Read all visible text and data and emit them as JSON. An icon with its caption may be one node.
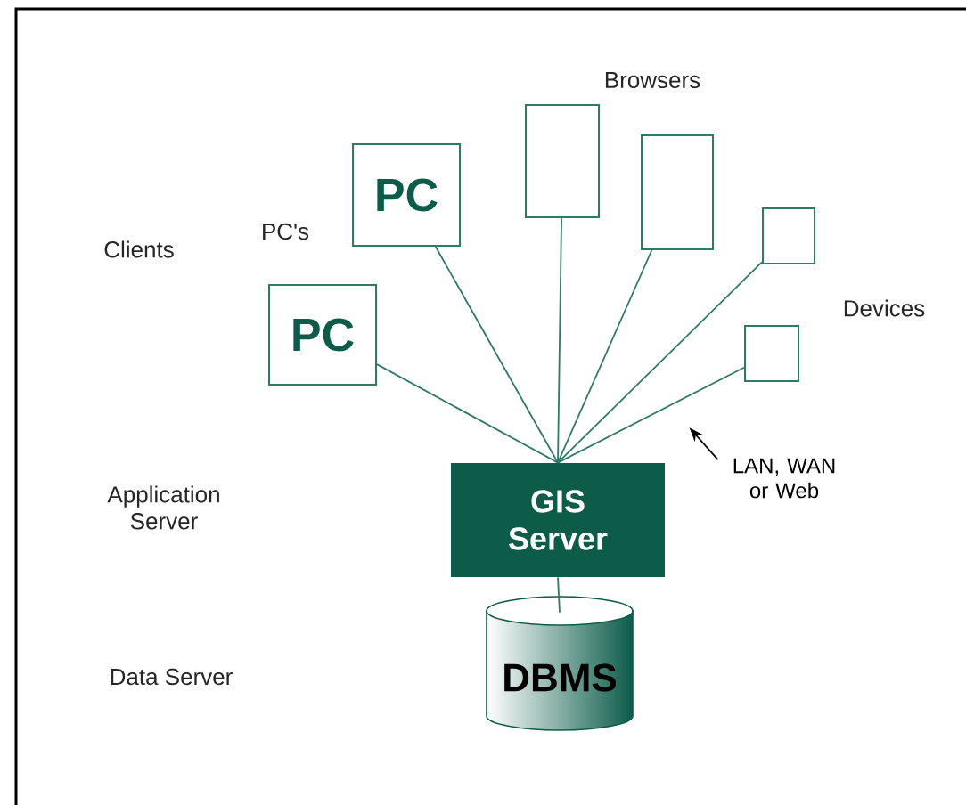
{
  "diagram": {
    "nodes": [
      {
        "text": [
          "PC"
        ]
      },
      {
        "text": [
          "PC"
        ]
      },
      {
        "text": [],
        "shape": "box"
      },
      {
        "text": [],
        "shape": "box"
      },
      {
        "text": [],
        "shape": "box"
      },
      {
        "text": [],
        "shape": "box"
      },
      {
        "text": [
          "GIS Server"
        ]
      },
      {
        "text": [
          "DBMS"
        ]
      },
      {
        "text": [
          "LAN, WAN or Web"
        ]
      }
    ],
    "edges": [
      {
        "from": 0,
        "to": 6,
        "arrow": "none"
      },
      {
        "from": 1,
        "to": 6,
        "arrow": "none"
      },
      {
        "from": 2,
        "to": 6,
        "arrow": "none"
      },
      {
        "from": 3,
        "to": 6,
        "arrow": "none"
      },
      {
        "from": 4,
        "to": 6,
        "arrow": "none"
      },
      {
        "from": 5,
        "to": 6,
        "arrow": "none"
      },
      {
        "from": 6,
        "to": 7,
        "arrow": "none"
      },
      {
        "from": 8,
        "to": null,
        "arrow": "to",
        "color": "#000000"
      }
    ],
    "labels": [
      "Browsers",
      "PC's",
      "Clients",
      "Devices",
      "Application Server",
      "Data Server"
    ]
  }
}
